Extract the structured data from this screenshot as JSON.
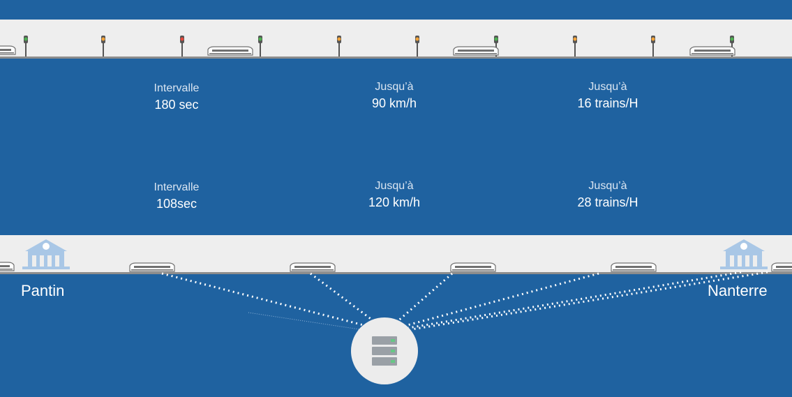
{
  "colors": {
    "background": "#1f62a0",
    "band": "#eeeeee",
    "rail": "#8c8c8c",
    "signal_green": "#4caf50",
    "signal_red": "#e2463a",
    "signal_orange": "#f2a33a",
    "station": "#a9c7e6",
    "server_circle": "#ececec",
    "server_led": "#67c785"
  },
  "top_row": [
    {
      "label": "Intervalle",
      "value": "180 sec"
    },
    {
      "label": "Jusqu’à",
      "value": "90 km/h"
    },
    {
      "label": "Jusqu’à",
      "value": "16 trains/H"
    }
  ],
  "bottom_row": [
    {
      "label": "Intervalle",
      "value": "108sec"
    },
    {
      "label": "Jusqu’à",
      "value": "120 km/h"
    },
    {
      "label": "Jusqu’à",
      "value": "28 trains/H"
    }
  ],
  "stations": {
    "left": "Pantin",
    "right": "Nanterre"
  },
  "icons": {
    "station": "station-building-icon",
    "server": "server-icon",
    "signal": "traffic-signal-icon",
    "train": "train-icon"
  }
}
